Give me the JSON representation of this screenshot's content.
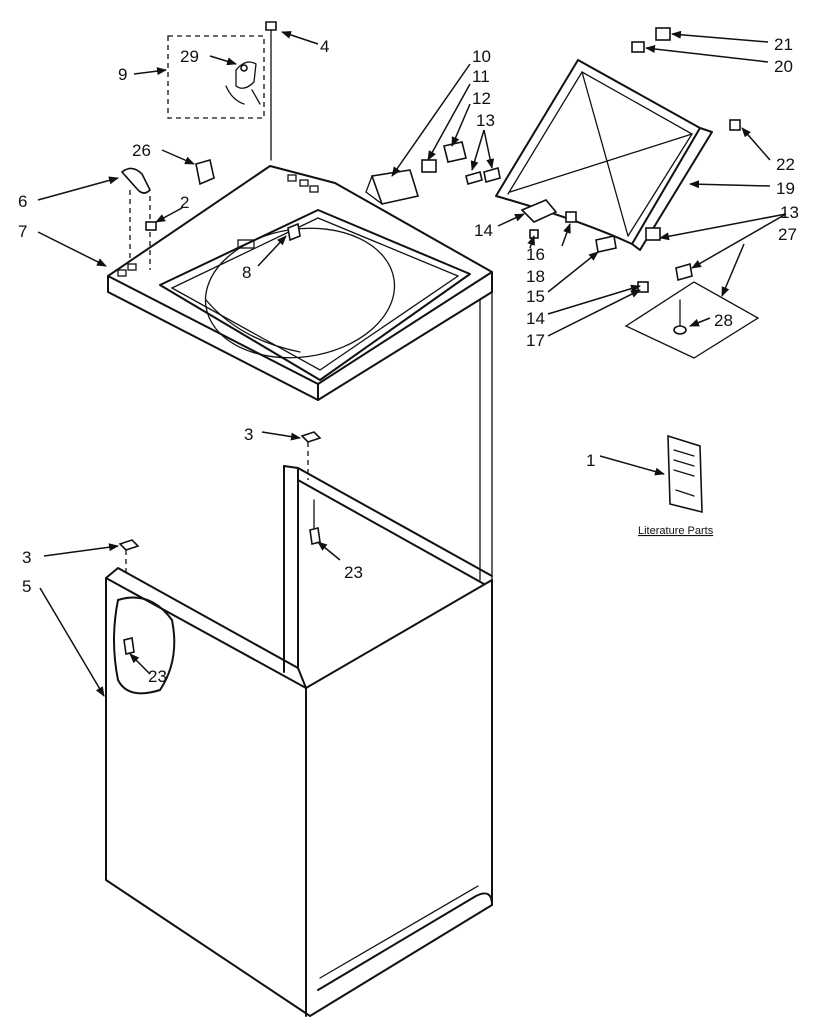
{
  "callouts": {
    "c1": "1",
    "c2": "2",
    "c3a": "3",
    "c3b": "3",
    "c4": "4",
    "c5": "5",
    "c6": "6",
    "c7": "7",
    "c8": "8",
    "c9": "9",
    "c10": "10",
    "c11": "11",
    "c12": "12",
    "c13a": "13",
    "c13b": "13",
    "c14a": "14",
    "c14b": "14",
    "c15": "15",
    "c16": "16",
    "c17": "17",
    "c18": "18",
    "c19": "19",
    "c20": "20",
    "c21": "21",
    "c22": "22",
    "c23a": "23",
    "c23b": "23",
    "c26": "26",
    "c27": "27",
    "c28": "28",
    "c29": "29"
  },
  "literature_label": "Literature Parts"
}
